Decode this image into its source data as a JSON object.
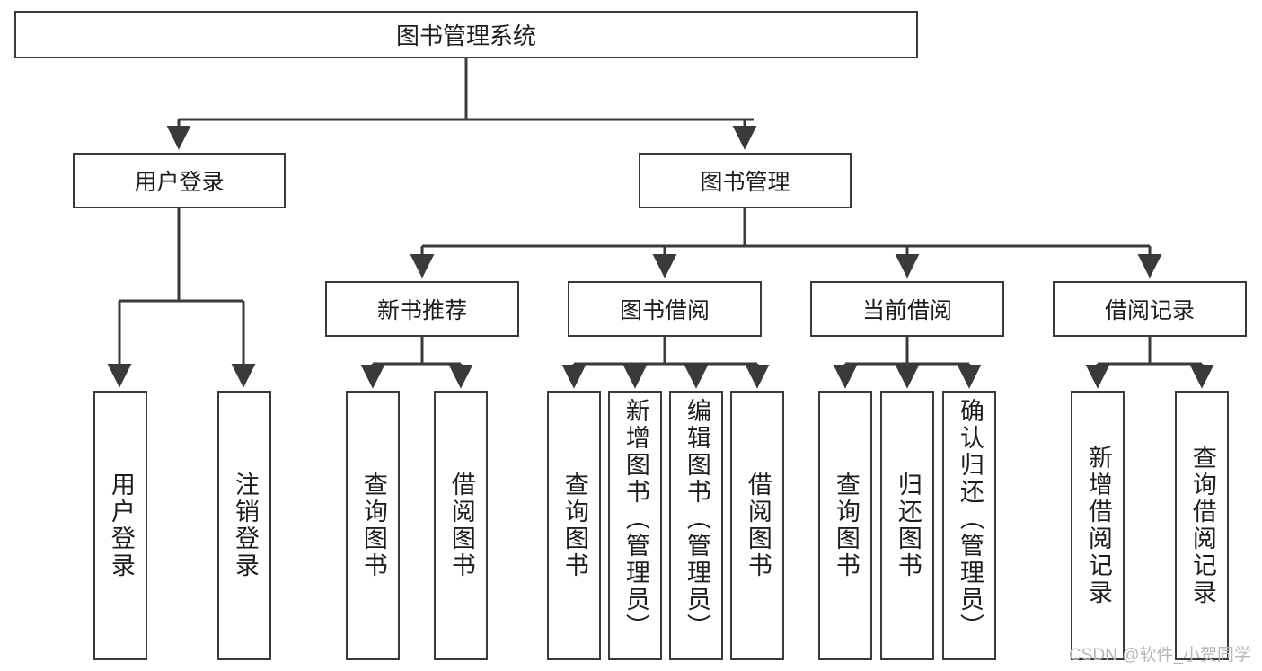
{
  "diagram": {
    "title": "图书管理系统",
    "type": "tree",
    "watermark": "CSDN @软件_小贺同学",
    "colors": {
      "box_border": "#3a3a3a",
      "box_fill": "#ffffff",
      "edge": "#3a3a3a",
      "text": "#1d1d1d",
      "watermark": "#b7b7b7"
    },
    "root": {
      "label": "图书管理系统"
    },
    "level2": [
      {
        "id": "user-login",
        "label": "用户登录"
      },
      {
        "id": "book-management",
        "label": "图书管理"
      }
    ],
    "level3": [
      {
        "id": "new-book-recommend",
        "label": "新书推荐",
        "parent": "book-management"
      },
      {
        "id": "book-borrow",
        "label": "图书借阅",
        "parent": "book-management"
      },
      {
        "id": "current-borrow",
        "label": "当前借阅",
        "parent": "book-management"
      },
      {
        "id": "borrow-record",
        "label": "借阅记录",
        "parent": "book-management"
      }
    ],
    "leaves": [
      {
        "id": "leaf-user-login",
        "label": "用户登录",
        "parent": "user-login"
      },
      {
        "id": "leaf-user-logout",
        "label": "注销登录",
        "parent": "user-login"
      },
      {
        "id": "leaf-recommend-query-book",
        "label": "查询图书",
        "parent": "new-book-recommend"
      },
      {
        "id": "leaf-recommend-borrow-book",
        "label": "借阅图书",
        "parent": "new-book-recommend"
      },
      {
        "id": "leaf-borrow-query-book",
        "label": "查询图书",
        "parent": "book-borrow"
      },
      {
        "id": "leaf-borrow-add-book",
        "label": "新增图书（管理员）",
        "parent": "book-borrow"
      },
      {
        "id": "leaf-borrow-edit-book",
        "label": "编辑图书（管理员）",
        "parent": "book-borrow"
      },
      {
        "id": "leaf-borrow-borrow-book",
        "label": "借阅图书",
        "parent": "book-borrow"
      },
      {
        "id": "leaf-current-query-book",
        "label": "查询图书",
        "parent": "current-borrow"
      },
      {
        "id": "leaf-current-return-book",
        "label": "归还图书",
        "parent": "current-borrow"
      },
      {
        "id": "leaf-current-confirm-return",
        "label": "确认归还（管理员）",
        "parent": "current-borrow"
      },
      {
        "id": "leaf-record-add",
        "label": "新增借阅记录",
        "parent": "borrow-record"
      },
      {
        "id": "leaf-record-query",
        "label": "查询借阅记录",
        "parent": "borrow-record"
      }
    ]
  }
}
